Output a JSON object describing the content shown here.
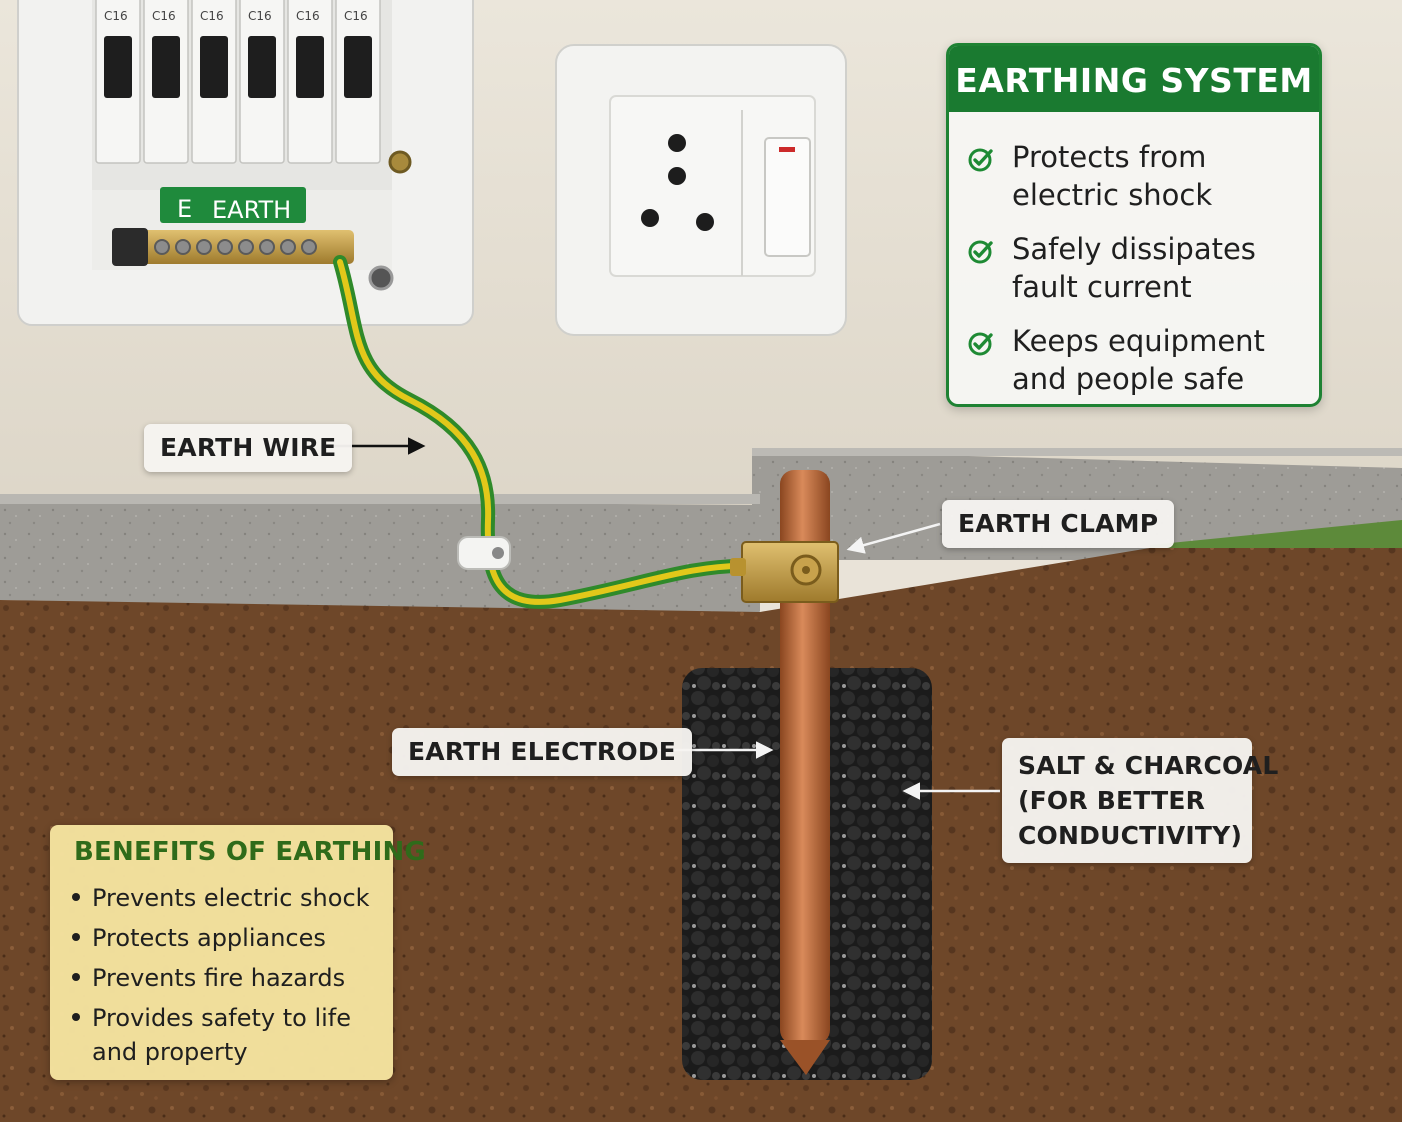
{
  "panel_labels": {
    "earth_bar_tag_letter": "E",
    "earth_bar_tag_text": "EARTH",
    "breaker_ratings": [
      "C16",
      "C16",
      "C16",
      "C16",
      "C16",
      "C16"
    ]
  },
  "labels": {
    "earth_wire": "EARTH WIRE",
    "earth_clamp": "EARTH CLAMP",
    "earth_electrode": "EARTH ELECTRODE",
    "salt_charcoal_lines": [
      "SALT & CHARCOAL",
      "(FOR BETTER",
      "CONDUCTIVITY)"
    ]
  },
  "earthing_system": {
    "title": "EARTHING SYSTEM",
    "items": [
      {
        "lines": [
          "Protects from",
          "electric shock"
        ]
      },
      {
        "lines": [
          "Safely dissipates",
          "fault current"
        ]
      },
      {
        "lines": [
          "Keeps equipment",
          "and people safe"
        ]
      }
    ]
  },
  "benefits": {
    "title": "BENEFITS OF EARTHING",
    "items": [
      {
        "lines": [
          "Prevents electric shock"
        ]
      },
      {
        "lines": [
          "Protects appliances"
        ]
      },
      {
        "lines": [
          "Prevents fire hazards"
        ]
      },
      {
        "lines": [
          "Provides safety to life",
          "and property"
        ]
      }
    ]
  },
  "colors": {
    "accent_green": "#1a7a30",
    "benefits_bg": "#f6e4a0",
    "copper": "#b8673a",
    "brass": "#c9a24a",
    "wire_yellow": "#e2c81a",
    "wire_green": "#2f8a2a",
    "soil": "#6b4528"
  }
}
